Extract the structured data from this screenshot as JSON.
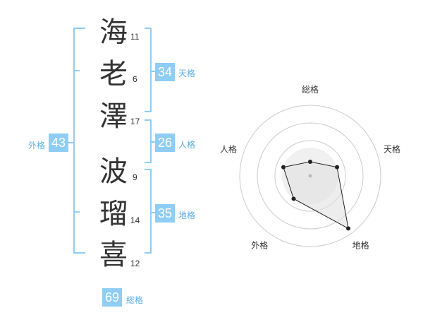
{
  "name": [
    {
      "char": "海",
      "strokes": "11"
    },
    {
      "char": "老",
      "strokes": "6"
    },
    {
      "char": "澤",
      "strokes": "17"
    },
    {
      "char": "波",
      "strokes": "9"
    },
    {
      "char": "瑠",
      "strokes": "14"
    },
    {
      "char": "喜",
      "strokes": "12"
    }
  ],
  "kaku": {
    "tenkaku": {
      "value": "34",
      "label": "天格"
    },
    "jinkaku": {
      "value": "26",
      "label": "人格"
    },
    "chikaku": {
      "value": "35",
      "label": "地格"
    },
    "gaikaku": {
      "value": "43",
      "label": "外格"
    },
    "soukaku": {
      "value": "69",
      "label": "総格"
    }
  },
  "colors": {
    "accent": "#8fcdf5",
    "bracket": "#8fcdf5",
    "text": "#333333"
  },
  "chart_data": {
    "type": "radar",
    "axes": [
      "総格",
      "天格",
      "地格",
      "外格",
      "人格"
    ],
    "values": [
      0.2,
      0.4,
      0.92,
      0.4,
      0.4
    ],
    "range": [
      0,
      1
    ],
    "rings": 4
  }
}
